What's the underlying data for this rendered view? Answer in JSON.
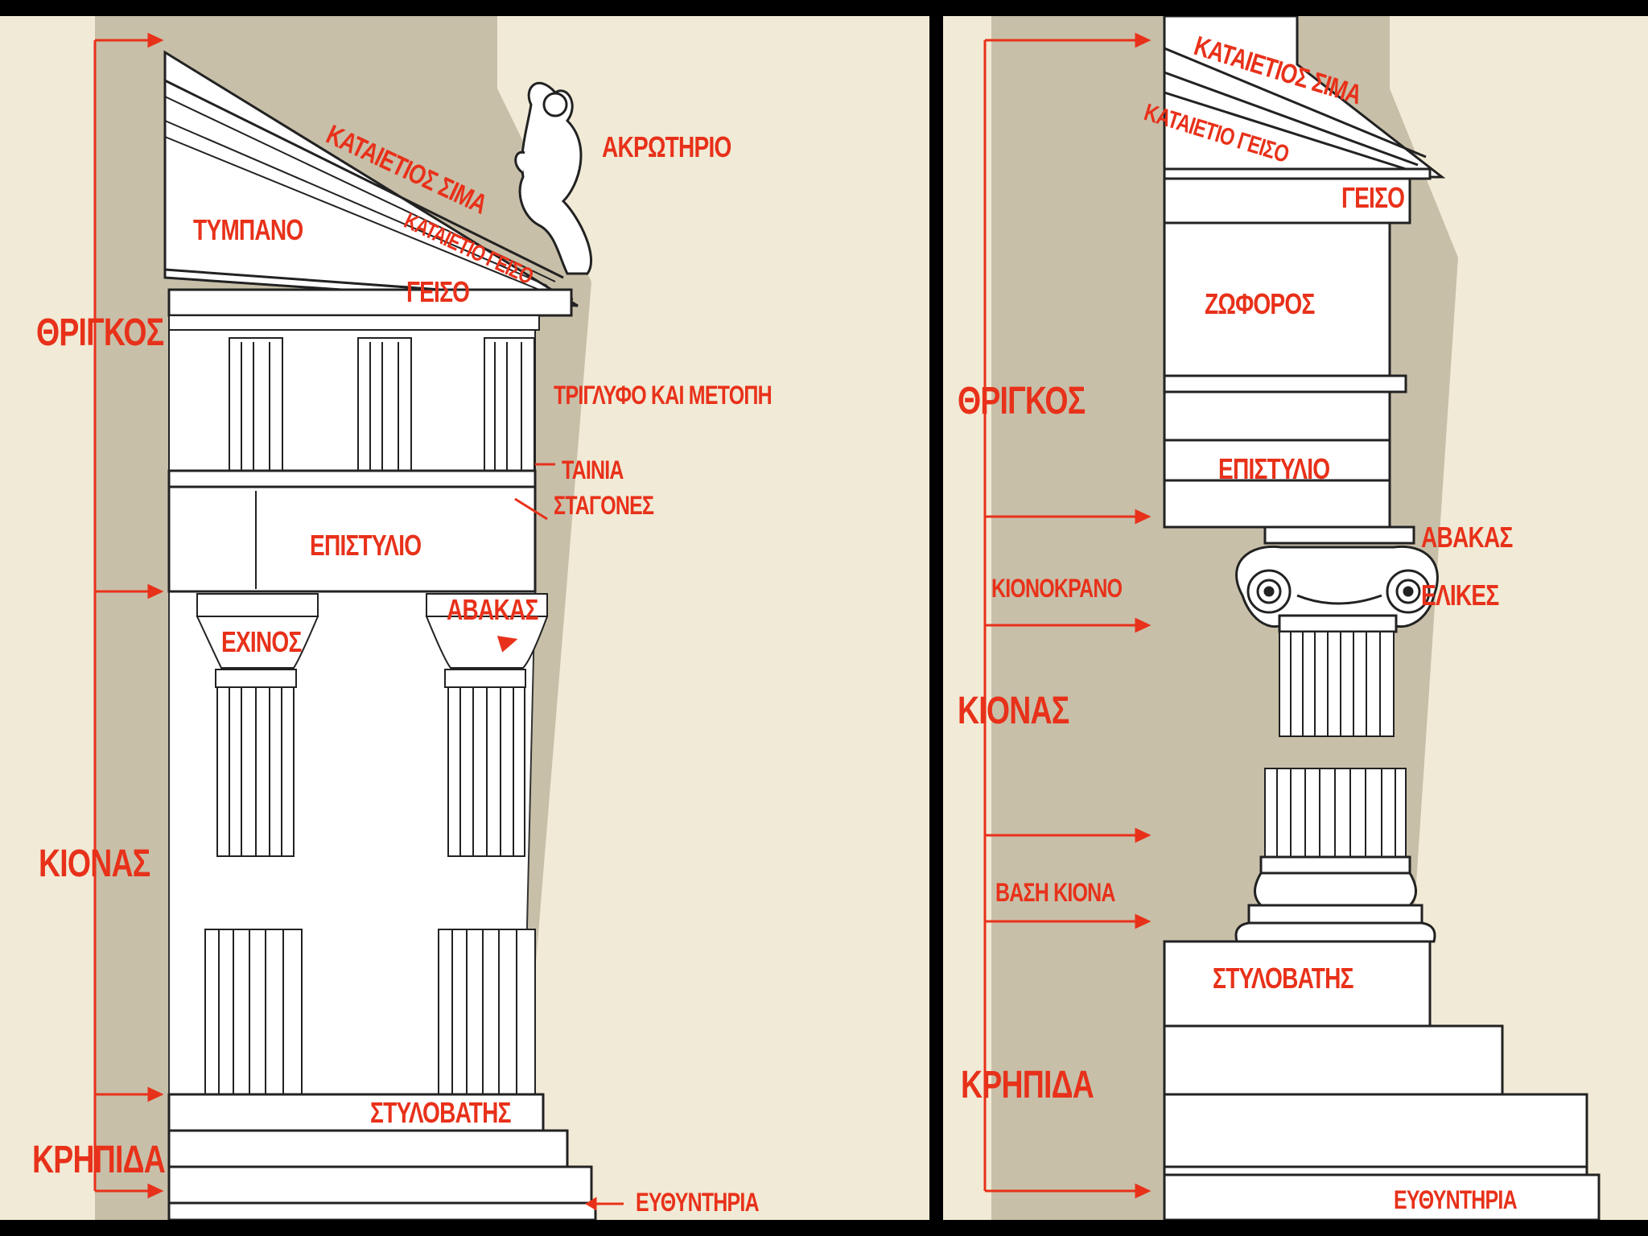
{
  "colors": {
    "background": "#f1ead6",
    "shadow": "#c8bfa9",
    "label": "#e8311a",
    "divider": "#000000"
  },
  "doric": {
    "zones": {
      "thrigkos": "ΘΡΙΓΚΟΣ",
      "kionas": "ΚΙΟΝΑΣ",
      "kripida": "ΚΡΗΠΙΔΑ"
    },
    "parts": {
      "kataietios_sima": "ΚΑΤΑΙΕΤΙΟΣ ΣΙΜΑ",
      "kataietio_geiso": "ΚΑΤΑΙΕΤΙΟ ΓΕΙΣΟ",
      "akrotirio": "ΑΚΡΩΤΗΡΙΟ",
      "tympano": "ΤΥΜΠΑΝΟ",
      "geiso": "ΓΕΙΣΟ",
      "triglyfo_metopi": "ΤΡΙΓΛΥΦΟ ΚΑΙ ΜΕΤΟΠΗ",
      "tainia": "ΤΑΙΝΙΑ",
      "stagones": "ΣΤΑΓΟΝΕΣ",
      "epistylio": "ΕΠΙΣΤΥΛΙΟ",
      "echinos": "ΕΧΙΝΟΣ",
      "abakas": "ΑΒΑΚΑΣ",
      "stylovatis": "ΣΤΥΛΟΒΑΤΗΣ",
      "efthyntiria": "ΕΥΘΥΝΤΗΡΙΑ"
    }
  },
  "ionic": {
    "zones": {
      "thrigkos": "ΘΡΙΓΚΟΣ",
      "kionas": "ΚΙΟΝΑΣ",
      "kripida": "ΚΡΗΠΙΔΑ"
    },
    "parts": {
      "kataietios_sima": "ΚΑΤΑΙΕΤΙΟΣ ΣΙΜΑ",
      "kataietio_geiso": "ΚΑΤΑΙΕΤΙΟ ΓΕΙΣΟ",
      "geiso": "ΓΕΙΣΟ",
      "zoforos": "ΖΩΦΟΡΟΣ",
      "epistylio": "ΕΠΙΣΤΥΛΙΟ",
      "kionokrano": "ΚΙΟΝΟΚΡΑΝΟ",
      "abakas": "ΑΒΑΚΑΣ",
      "elikes": "ΕΛΙΚΕΣ",
      "vasi_kiona": "ΒΑΣΗ ΚΙΟΝΑ",
      "stylovatis": "ΣΤΥΛΟΒΑΤΗΣ",
      "efthyntiria": "ΕΥΘΥΝΤΗΡΙΑ"
    }
  }
}
